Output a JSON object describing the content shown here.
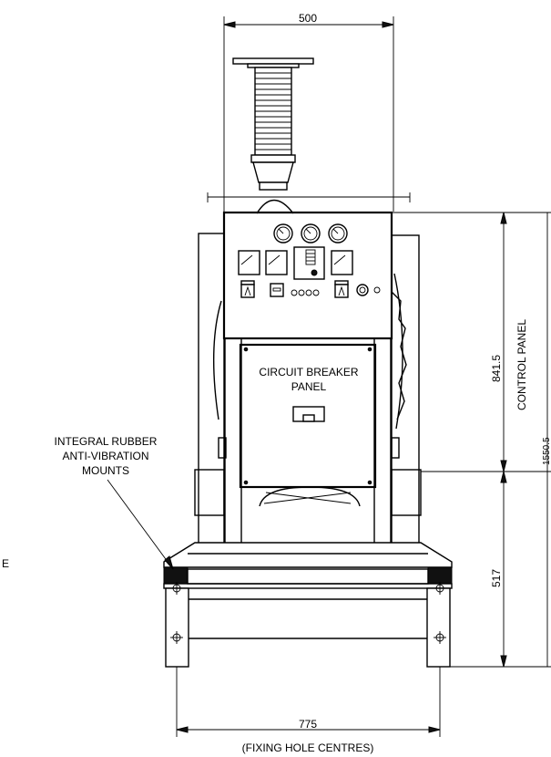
{
  "dimensions": {
    "top_width": "500",
    "control_panel_height": "841.5",
    "lower_height": "517",
    "fixing_centres": "775",
    "right_edge_partial": "1550.5"
  },
  "labels": {
    "control_panel": "CONTROL PANEL",
    "circuit_breaker_line1": "CIRCUIT BREAKER",
    "circuit_breaker_line2": "PANEL",
    "mounts_line1": "INTEGRAL RUBBER",
    "mounts_line2": "ANTI-VIBRATION",
    "mounts_line3": "MOUNTS",
    "fixing_hole_centres": "(FIXING HOLE CENTRES)",
    "left_edge_fragment": "E"
  }
}
